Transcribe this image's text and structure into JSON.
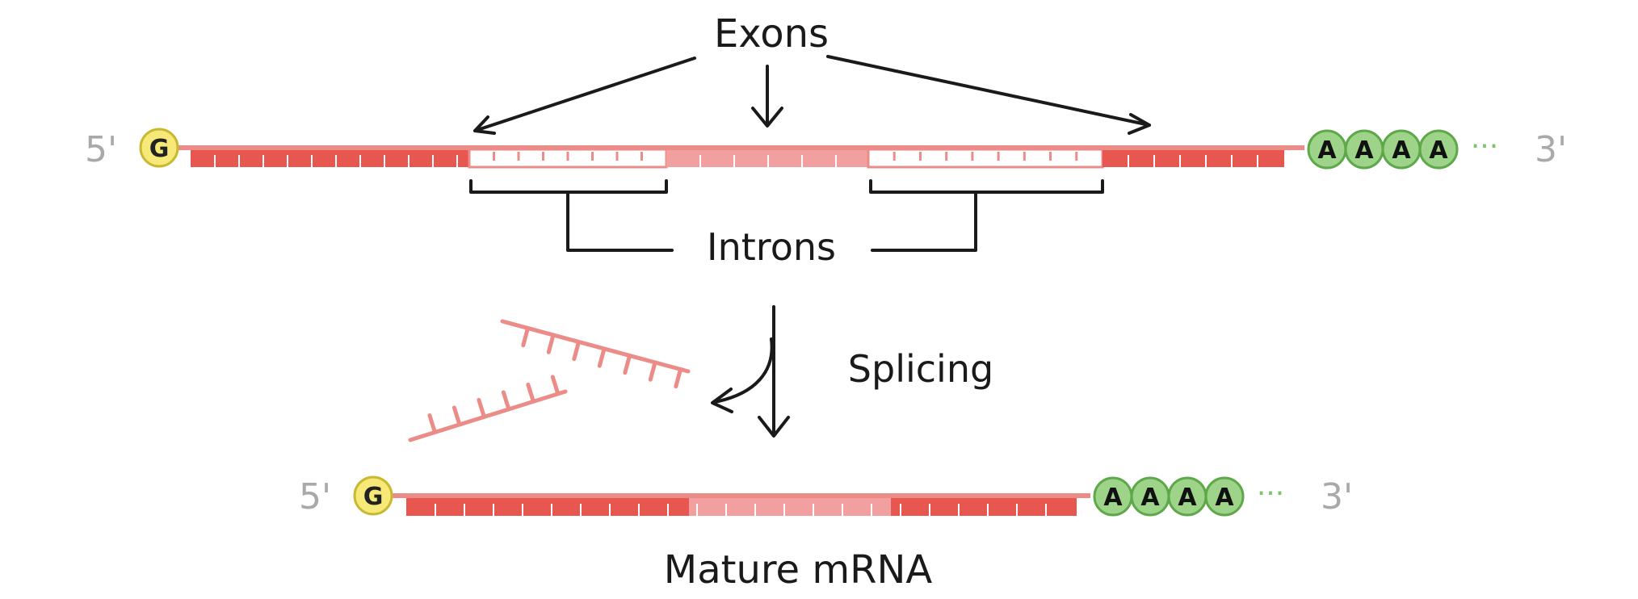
{
  "labels": {
    "exons": "Exons",
    "introns": "Introns",
    "splicing": "Splicing",
    "mature_mrna": "Mature mRNA"
  },
  "ends": {
    "five_prime": "5'",
    "three_prime": "3'",
    "cap": "G",
    "poly_a": [
      "A",
      "A",
      "A",
      "A"
    ],
    "dots": "···"
  },
  "colors": {
    "exon_dark": "#e8574f",
    "exon_light": "#f19f9f",
    "intron": "#ec8c88",
    "backbone": "#ec8c88",
    "cap_fill": "#f7e978",
    "cap_stroke": "#c8b832",
    "polya_fill": "#9ed48a",
    "polya_stroke": "#5ea84a",
    "end_text": "#a9a9a9"
  }
}
